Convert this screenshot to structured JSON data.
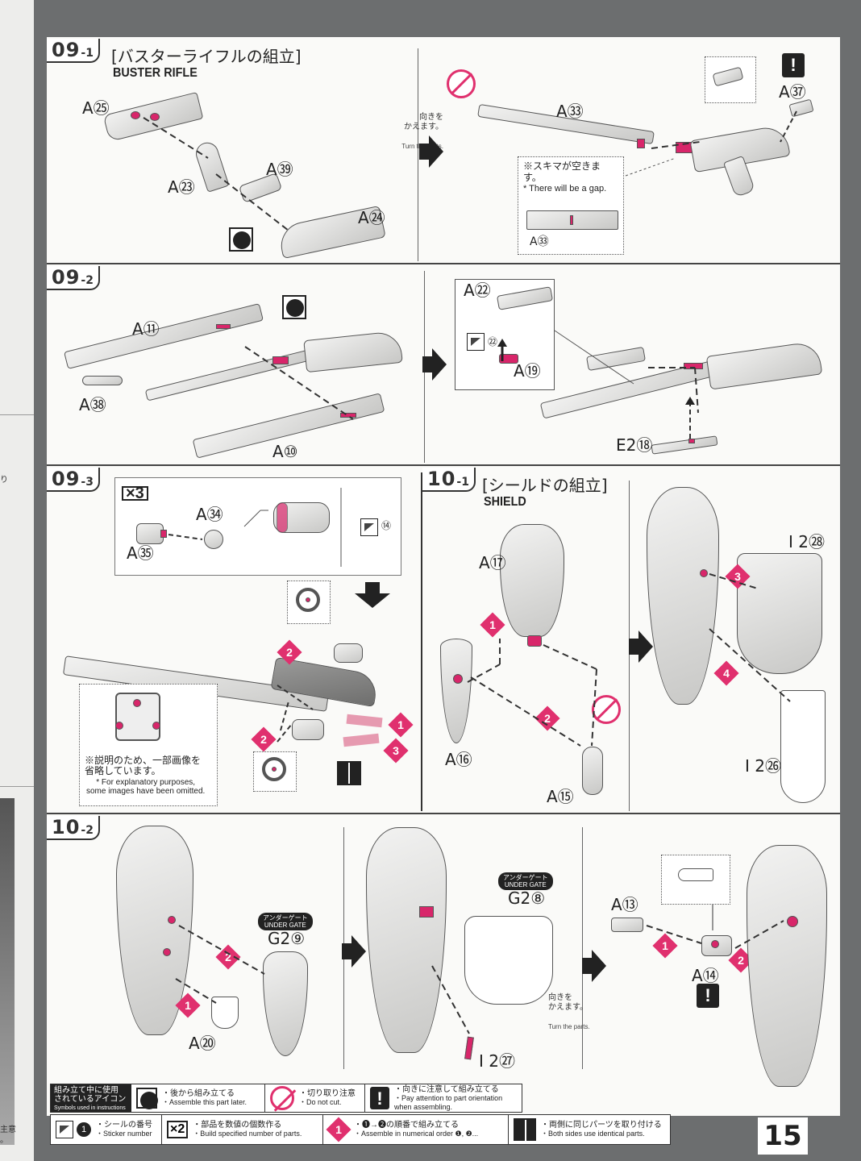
{
  "left_margin": {
    "fragments": [
      "り",
      "主意",
      "。"
    ]
  },
  "page_number": "15",
  "sections": {
    "s09_1": {
      "tag_num": "09",
      "tag_sub": "-1",
      "title_jp": "[バスターライフルの組立]",
      "title_en": "BUSTER RIFLE",
      "parts": [
        "A㉕",
        "A㉓",
        "A㊴",
        "A㉔",
        "A㉝",
        "A㊲"
      ],
      "turn_note_jp": "向きを\nかえます。",
      "turn_note_en": "Turn the parts.",
      "gap_note_jp": "※スキマが空きます。",
      "gap_note_en": "* There will be a gap.",
      "gap_part": "A㉝"
    },
    "s09_2": {
      "tag_num": "09",
      "tag_sub": "-2",
      "parts": [
        "A⑪",
        "A㊳",
        "A⑩",
        "A㉒",
        "A⑲",
        "E2⑱"
      ],
      "sticker": "㉒"
    },
    "s09_3": {
      "tag_num": "09",
      "tag_sub": "-3",
      "multiplier": "×3",
      "parts": [
        "A㉞",
        "A㉟"
      ],
      "sticker": "⑭",
      "omit_note_jp": "※説明のため、一部画像を\n省略しています。",
      "omit_note_en": "* For explanatory purposes,\nsome images have been omitted."
    },
    "s10_1": {
      "tag_num": "10",
      "tag_sub": "-1",
      "title_jp": "[シールドの組立]",
      "title_en": "SHIELD",
      "parts": [
        "A⑰",
        "A⑯",
        "A⑮",
        "I 2㉘",
        "I 2㉖"
      ]
    },
    "s10_2": {
      "tag_num": "10",
      "tag_sub": "-2",
      "parts": [
        "A⑳",
        "I 2㉗",
        "A⑬",
        "A⑭"
      ],
      "ug_pill_jp": "アンダーゲート",
      "ug_pill_en": "UNDER GATE",
      "ug_part_a": "G2⑨",
      "ug_part_b": "G2⑧",
      "turn_note_jp": "向きを\nかえます。",
      "turn_note_en": "Turn the parts."
    }
  },
  "steps": [
    "1",
    "2",
    "3",
    "4"
  ],
  "legend": {
    "header_jp": "組み立て中に使用\nされているアイコン",
    "header_en": "Symbols used in instructions",
    "later_jp": "・後から組み立てる",
    "later_en": "・Assemble this part later.",
    "nocut_jp": "・切り取り注意",
    "nocut_en": "・Do not cut.",
    "orient_jp": "・向きに注意して組み立てる",
    "orient_en": "・Pay attention to part orientation\nwhen assembling.",
    "sticker_sym": "1",
    "sticker_jp": "・シールの番号",
    "sticker_en": "・Sticker number",
    "multi_sym": "×2",
    "multi_jp": "・部品を数値の個数作る",
    "multi_en": "・Build specified number of parts.",
    "order_sym": "1",
    "order_jp": "・❶→❷の順番で組み立てる",
    "order_en": "・Assemble in numerical order ❶, ❷...",
    "both_jp": "・両側に同じパーツを取り付ける",
    "both_en": "・Both sides use identical parts."
  },
  "colors": {
    "accent": "#d8266a",
    "ink": "#222222",
    "paper": "#fafaf8",
    "backdrop": "#6c6e6f"
  }
}
